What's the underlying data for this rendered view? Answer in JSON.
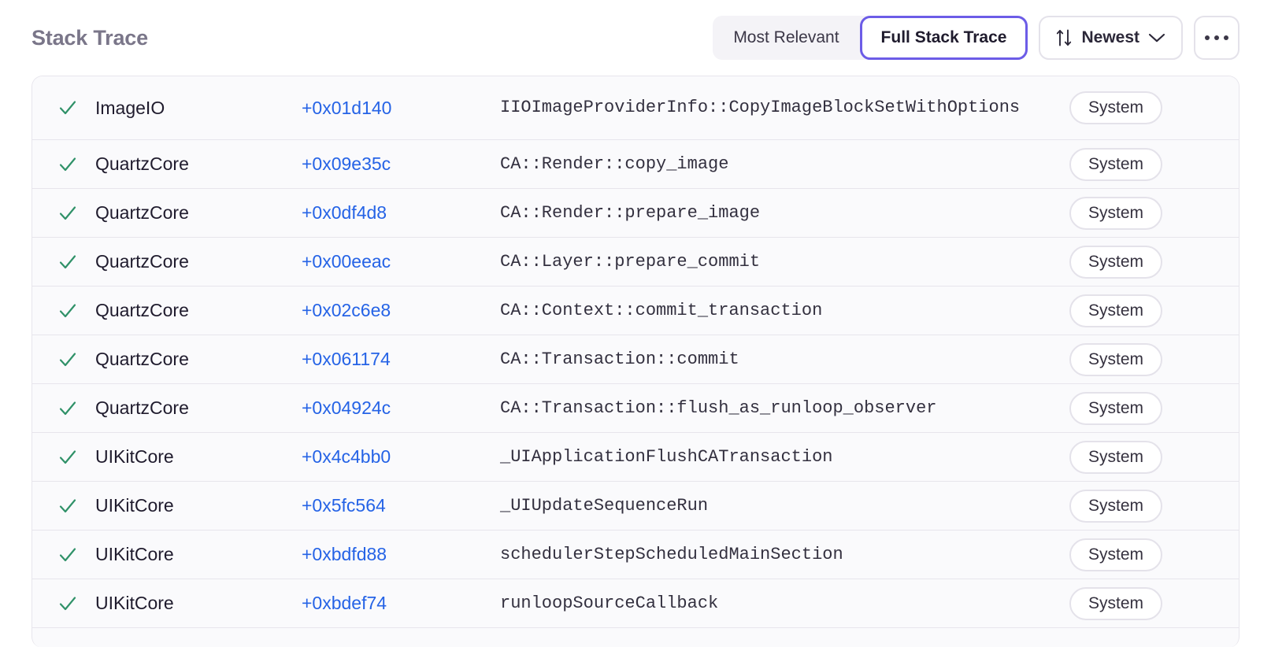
{
  "header": {
    "title": "Stack Trace",
    "segmented": {
      "options": [
        {
          "label": "Most Relevant",
          "selected": false
        },
        {
          "label": "Full Stack Trace",
          "selected": true
        }
      ]
    },
    "sort": {
      "label": "Newest",
      "icon": "sort-arrows-icon",
      "chevron": "chevron-down-icon"
    },
    "more": {
      "icon": "ellipsis-icon"
    }
  },
  "colors": {
    "accent": "#6c5ce7",
    "link": "#2563e6",
    "check": "#2f9168",
    "title": "#7a7689",
    "row_bg": "#fafafc",
    "border": "#e7e5ec"
  },
  "columns": {
    "status": "status",
    "image": "image",
    "address": "address",
    "symbol": "symbol",
    "origin": "origin"
  },
  "rows": [
    {
      "status_icon": "check-icon",
      "image": "ImageIO",
      "address": "+0x01d140",
      "symbol": "IIOImageProviderInfo::CopyImageBlockSetWithOptions",
      "badge": "System"
    },
    {
      "status_icon": "check-icon",
      "image": "QuartzCore",
      "address": "+0x09e35c",
      "symbol": "CA::Render::copy_image",
      "badge": "System"
    },
    {
      "status_icon": "check-icon",
      "image": "QuartzCore",
      "address": "+0x0df4d8",
      "symbol": "CA::Render::prepare_image",
      "badge": "System"
    },
    {
      "status_icon": "check-icon",
      "image": "QuartzCore",
      "address": "+0x00eeac",
      "symbol": "CA::Layer::prepare_commit",
      "badge": "System"
    },
    {
      "status_icon": "check-icon",
      "image": "QuartzCore",
      "address": "+0x02c6e8",
      "symbol": "CA::Context::commit_transaction",
      "badge": "System"
    },
    {
      "status_icon": "check-icon",
      "image": "QuartzCore",
      "address": "+0x061174",
      "symbol": "CA::Transaction::commit",
      "badge": "System"
    },
    {
      "status_icon": "check-icon",
      "image": "QuartzCore",
      "address": "+0x04924c",
      "symbol": "CA::Transaction::flush_as_runloop_observer",
      "badge": "System"
    },
    {
      "status_icon": "check-icon",
      "image": "UIKitCore",
      "address": "+0x4c4bb0",
      "symbol": "_UIApplicationFlushCATransaction",
      "badge": "System"
    },
    {
      "status_icon": "check-icon",
      "image": "UIKitCore",
      "address": "+0x5fc564",
      "symbol": "_UIUpdateSequenceRun",
      "badge": "System"
    },
    {
      "status_icon": "check-icon",
      "image": "UIKitCore",
      "address": "+0xbdfd88",
      "symbol": "schedulerStepScheduledMainSection",
      "badge": "System"
    },
    {
      "status_icon": "check-icon",
      "image": "UIKitCore",
      "address": "+0xbdef74",
      "symbol": "runloopSourceCallback",
      "badge": "System"
    }
  ]
}
